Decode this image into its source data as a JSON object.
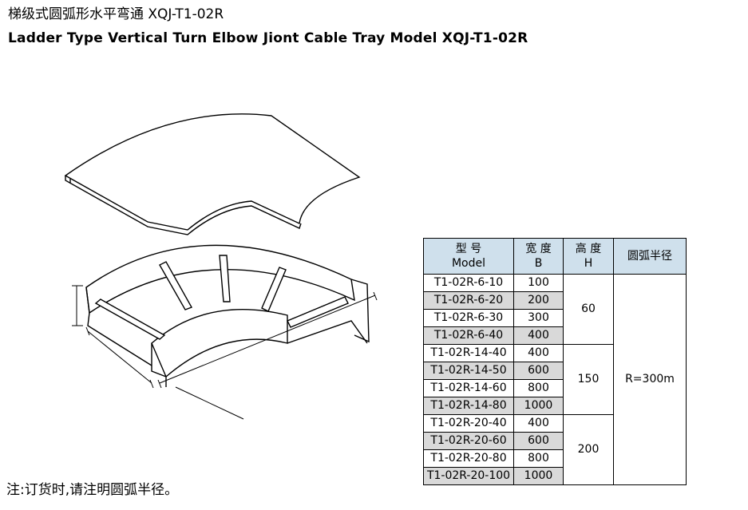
{
  "header": {
    "title_cn": "梯级式圆弧形水平弯通 XQJ-T1-02R",
    "title_en": "Ladder Type Vertical Turn Elbow Jiont Cable Tray Model XQJ-T1-02R"
  },
  "table": {
    "headers": {
      "model_cn": "型 号",
      "model_en": "Model",
      "width_cn": "宽 度",
      "width_sym": "B",
      "height_cn": "高 度",
      "height_sym": "H",
      "radius_cn": "圆弧半径"
    },
    "rows": [
      {
        "model": "T1-02R-6-10",
        "width": "100"
      },
      {
        "model": "T1-02R-6-20",
        "width": "200"
      },
      {
        "model": "T1-02R-6-30",
        "width": "300"
      },
      {
        "model": "T1-02R-6-40",
        "width": "400"
      },
      {
        "model": "T1-02R-14-40",
        "width": "400"
      },
      {
        "model": "T1-02R-14-50",
        "width": "600"
      },
      {
        "model": "T1-02R-14-60",
        "width": "800"
      },
      {
        "model": "T1-02R-14-80",
        "width": "1000"
      },
      {
        "model": "T1-02R-20-40",
        "width": "400"
      },
      {
        "model": "T1-02R-20-60",
        "width": "600"
      },
      {
        "model": "T1-02R-20-80",
        "width": "800"
      },
      {
        "model": "T1-02R-20-100",
        "width": "1000"
      }
    ],
    "heights": [
      "60",
      "150",
      "200"
    ],
    "radius": "R=300m"
  },
  "note": "注:订货时,请注明圆弧半径。",
  "colors": {
    "header_fill": "#cfe0ec",
    "shaded_row": "#d9d9d9"
  }
}
